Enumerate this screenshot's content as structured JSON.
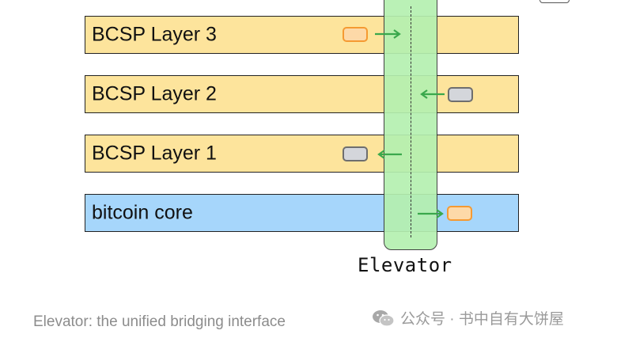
{
  "layers": [
    {
      "label": "BCSP Layer 3",
      "color": "#fde49c"
    },
    {
      "label": "BCSP Layer 2",
      "color": "#fde49c"
    },
    {
      "label": "BCSP Layer 1",
      "color": "#fde49c"
    },
    {
      "label": "bitcoin core",
      "color": "#a6d6fb"
    }
  ],
  "elevator": {
    "label": "Elevator",
    "color": "#b5f0b0"
  },
  "token_colors": {
    "orange_fill": "#fdd9a8",
    "orange_border": "#f59a32",
    "gray_fill": "#d4d6db",
    "gray_border": "#6e6e6e",
    "arrow": "#3aa84c"
  },
  "caption": "Elevator: the unified bridging interface",
  "watermark": {
    "icon": "wechat-icon",
    "text": "公众号 · 书中自有大饼屋"
  }
}
